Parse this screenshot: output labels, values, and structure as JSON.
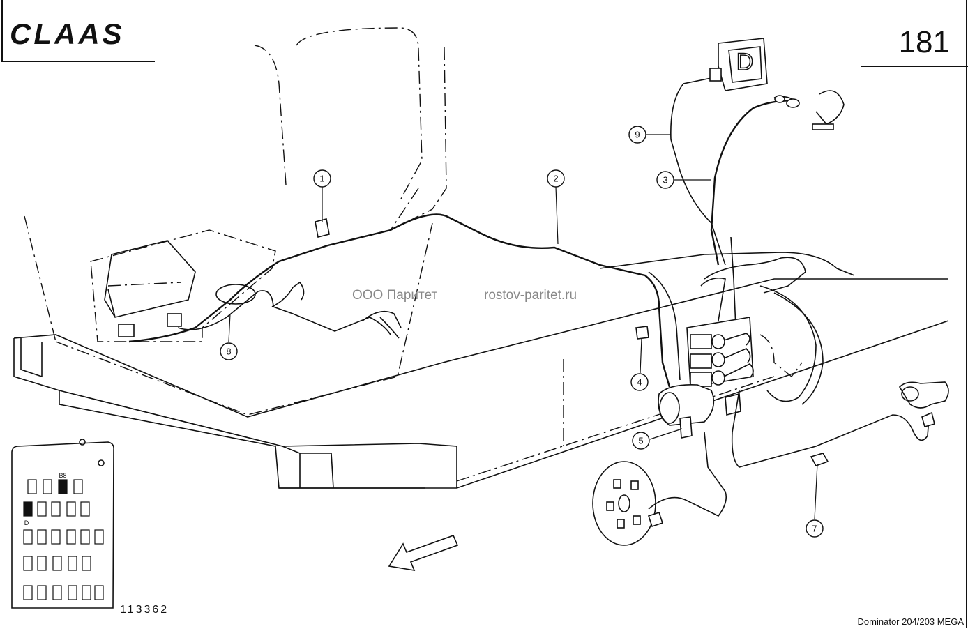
{
  "header": {
    "brand": "CLAAS",
    "page_number": "181"
  },
  "watermark": {
    "company": "ООО Паритет",
    "site": "rostov-paritet.ru"
  },
  "callouts": [
    {
      "label": "1"
    },
    {
      "label": "2"
    },
    {
      "label": "3"
    },
    {
      "label": "4"
    },
    {
      "label": "5"
    },
    {
      "label": "7"
    },
    {
      "label": "8"
    },
    {
      "label": "9"
    }
  ],
  "connector_label": "D",
  "fuse_panel": {
    "labels": [
      "B8",
      "D"
    ]
  },
  "footer": {
    "drawing_number": "113362",
    "model": "Dominator 204/203 MEGA"
  },
  "icons": [
    "direction-arrow-icon"
  ]
}
